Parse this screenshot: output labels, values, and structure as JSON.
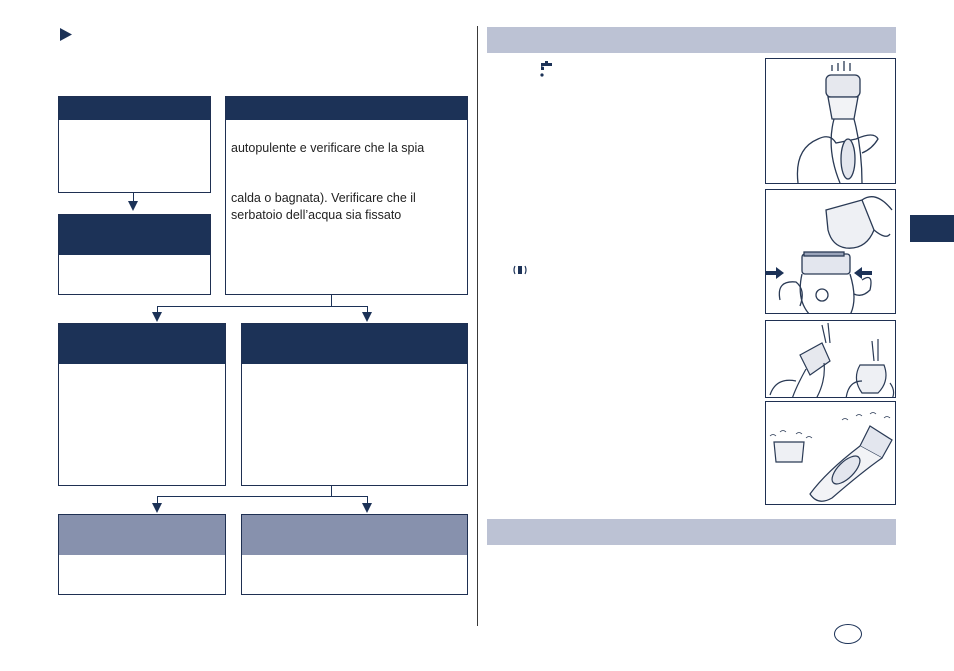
{
  "flow": {
    "top_right_text": {
      "line1": "autopulente e verificare che la spia",
      "line2": "calda o bagnata). Verificare che il",
      "line3": "serbatoio dell’acqua sia fissato"
    }
  },
  "icons": [
    "play-triangle-icon",
    "water-tap-icon",
    "vibration-icon",
    "arrow-right-icon",
    "arrow-left-icon"
  ],
  "colors": {
    "dark_header": "#1c3257",
    "light_header": "#8791ad",
    "band": "#bcc2d4"
  }
}
